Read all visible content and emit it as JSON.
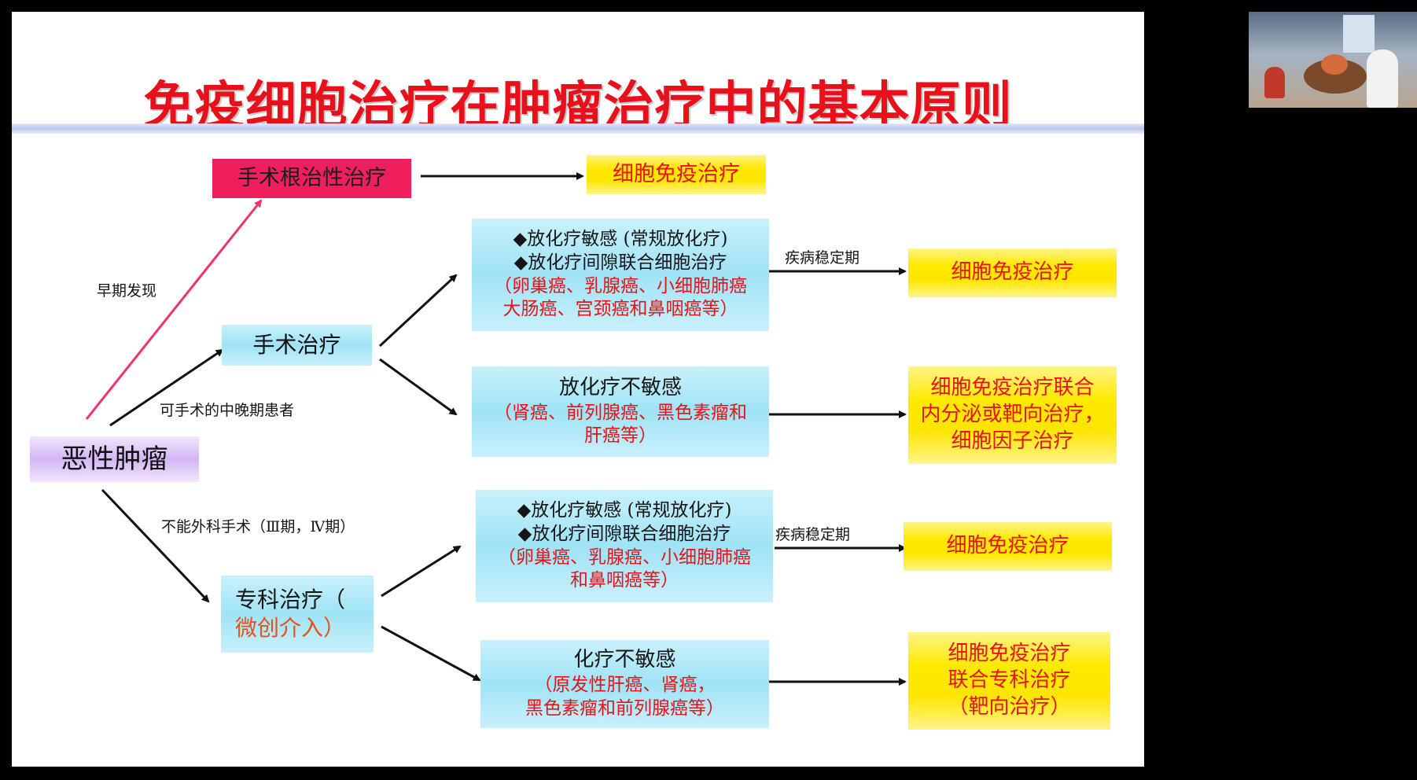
{
  "title": "免疫细胞治疗在肿瘤治疗中的基本原则",
  "root": "恶性肿瘤",
  "edge_labels": {
    "early": "早期发现",
    "operable": "可手术的中晚期患者",
    "inoperable": "不能外科手术（Ⅲ期，Ⅳ期）",
    "stable1": "疾病稳定期",
    "stable2": "疾病稳定期"
  },
  "nodes": {
    "radical_surgery": "手术根治性治疗",
    "cell_immuno_top": "细胞免疫治疗",
    "surgery": "手术治疗",
    "specialty_line1": "专科治疗（",
    "specialty_line2": "微创介入）",
    "sens1": {
      "line1": "◆放化疗敏感 (常规放化疗)",
      "line2": "◆放化疗间隙联合细胞治疗",
      "line3": "（卵巢癌、乳腺癌、小细胞肺癌",
      "line4": "大肠癌、宫颈癌和鼻咽癌等）"
    },
    "insens1": {
      "line1": "放化疗不敏感",
      "line2": "（肾癌、前列腺癌、黑色素瘤和",
      "line3": "肝癌等）"
    },
    "sens2": {
      "line1": "◆放化疗敏感 (常规放化疗)",
      "line2": "◆放化疗间隙联合细胞治疗",
      "line3": "（卵巢癌、乳腺癌、小细胞肺癌",
      "line4": "和鼻咽癌等）"
    },
    "insens2": {
      "line1": "化疗不敏感",
      "line2": "（原发性肝癌、肾癌，",
      "line3": "黑色素瘤和前列腺癌等）"
    },
    "result1": "细胞免疫治疗",
    "result2": {
      "line1": "细胞免疫治疗联合",
      "line2": "内分泌或靶向治疗，",
      "line3": "细胞因子治疗"
    },
    "result3": "细胞免疫治疗",
    "result4": {
      "line1": "细胞免疫治疗",
      "line2": "联合专科治疗",
      "line3": "（靶向治疗）"
    }
  },
  "colors": {
    "title": "#e8101a",
    "pink_box": "#ef1f5e",
    "yellow_box": "#ffe900",
    "cyan_box": "#a8e6f7",
    "purple_box": "#d3b6f4",
    "arrow": "#111111",
    "early_arrow": "#f0336b"
  }
}
